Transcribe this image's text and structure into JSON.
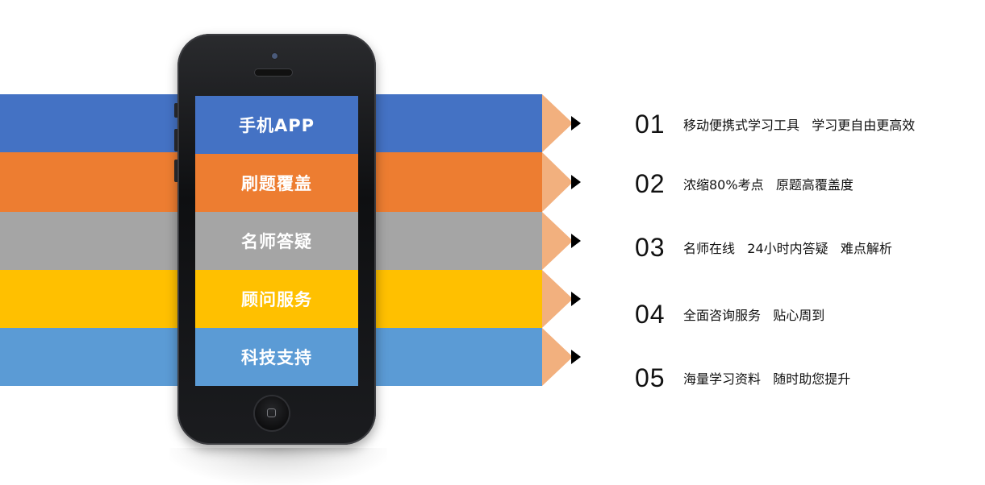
{
  "colors": {
    "blue": "#4472C4",
    "orange": "#ED7D31",
    "gray": "#A5A5A5",
    "yellow": "#FFC000",
    "light_blue": "#5B9BD5",
    "pencil_wood": "#F2B07E",
    "pencil_lead": "#000000",
    "phone_body": "#0e0f11"
  },
  "phone": {
    "items": [
      {
        "label": "手机APP",
        "color": "#4472C4"
      },
      {
        "label": "刷题覆盖",
        "color": "#ED7D31"
      },
      {
        "label": "名师答疑",
        "color": "#A5A5A5"
      },
      {
        "label": "顾问服务",
        "color": "#FFC000"
      },
      {
        "label": "科技支持",
        "color": "#5B9BD5"
      }
    ]
  },
  "features": [
    {
      "num": "01",
      "text": "移动便携式学习工具   学习更自由更高效"
    },
    {
      "num": "02",
      "text": "浓缩80%考点   原题高覆盖度"
    },
    {
      "num": "03",
      "text": "名师在线   24小时内答疑   难点解析"
    },
    {
      "num": "04",
      "text": "全面咨询服务   贴心周到"
    },
    {
      "num": "05",
      "text": "海量学习资料   随时助您提升"
    }
  ]
}
